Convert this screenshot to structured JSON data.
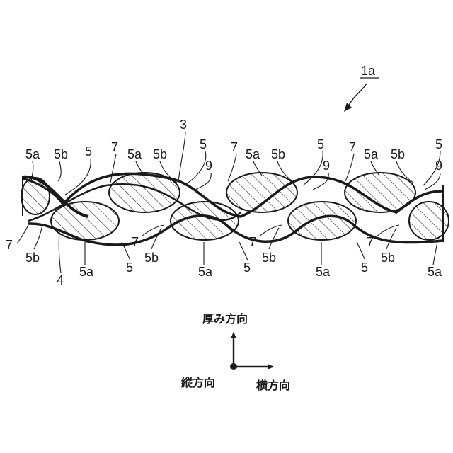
{
  "figure": {
    "ref": "1a",
    "ref_arrow_icon": "curved-arrow-icon",
    "labels_top": [
      "5a",
      "5b",
      "5",
      "7",
      "5a",
      "5b",
      "3",
      "5",
      "9",
      "7",
      "5a",
      "5b",
      "5",
      "9",
      "7",
      "5a",
      "5b",
      "5",
      "9"
    ],
    "labels_bottom": [
      "7",
      "5b",
      "4",
      "5a",
      "5",
      "7",
      "5b",
      "5a",
      "5",
      "7",
      "5b",
      "5a",
      "5",
      "7",
      "5b",
      "5a"
    ]
  },
  "axes": {
    "thickness": "厚み方向",
    "longitudinal": "縦方向",
    "transverse": "横方向"
  },
  "colors": {
    "ink": "#1a1a1a",
    "hatch": "#1a1a1a",
    "background": "#ffffff"
  }
}
